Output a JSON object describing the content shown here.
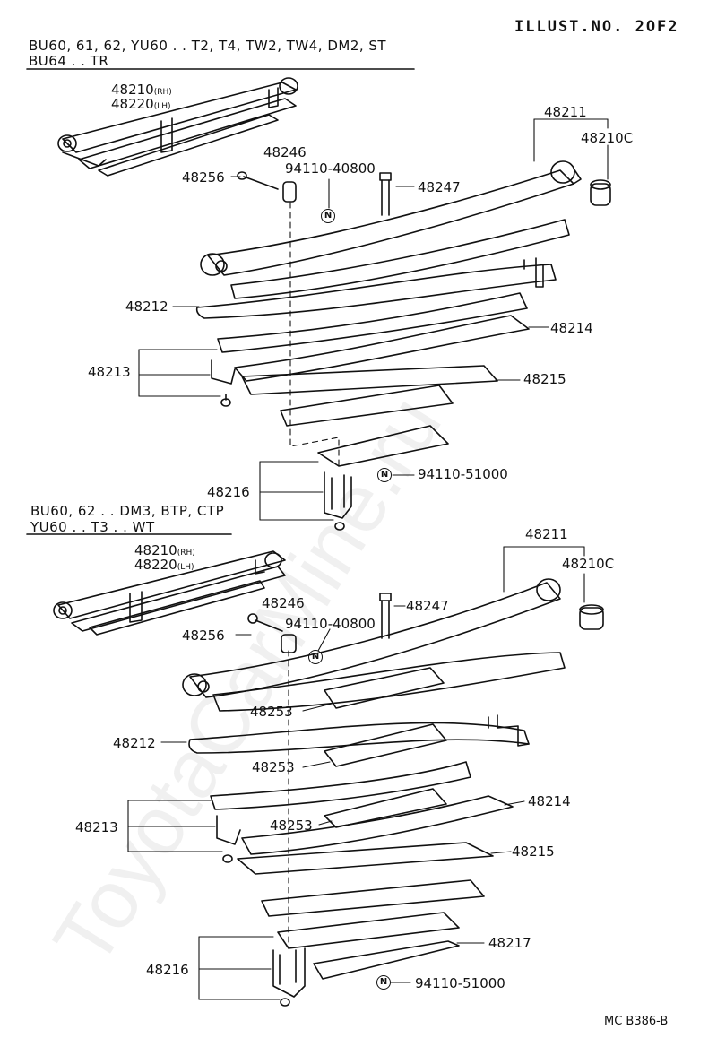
{
  "header": {
    "illust_no": "ILLUST.NO. 2OF2",
    "mc_code": "MC B386-B"
  },
  "watermark": "ToyotaCarMine.ru",
  "top_section": {
    "model_line1": "BU60, 61, 62, YU60 . . T2, T4, TW2, TW4, DM2, ST",
    "model_line2": "BU64 . . TR",
    "parts": {
      "p48210": "48210",
      "p48220": "48220",
      "rh": "(RH)",
      "lh": "(LH)",
      "p48211": "48211",
      "p48210c": "48210C",
      "p48246": "48246",
      "p94110_40800": "94110-40800",
      "p48256": "48256",
      "p48247": "48247",
      "p48212": "48212",
      "p48214": "48214",
      "p48213": "48213",
      "p48215": "48215",
      "p48216": "48216",
      "p94110_51000": "94110-51000",
      "n_mark": "N"
    }
  },
  "bottom_section": {
    "model_line1": "BU60, 62 . . DM3, BTP, CTP",
    "model_line2": "YU60 . . T3 . . WT",
    "parts": {
      "p48210": "48210",
      "p48220": "48220",
      "rh": "(RH)",
      "lh": "(LH)",
      "p48211": "48211",
      "p48210c": "48210C",
      "p48246": "48246",
      "p94110_40800": "94110-40800",
      "p48256": "48256",
      "p48247": "48247",
      "p48253a": "48253",
      "p48212": "48212",
      "p48253b": "48253",
      "p48213": "48213",
      "p48253c": "48253",
      "p48214": "48214",
      "p48215": "48215",
      "p48217": "48217",
      "p48216": "48216",
      "p94110_51000": "94110-51000",
      "n_mark": "N"
    }
  },
  "colors": {
    "ink": "#111111",
    "paper": "#ffffff",
    "watermark": "#000000"
  }
}
